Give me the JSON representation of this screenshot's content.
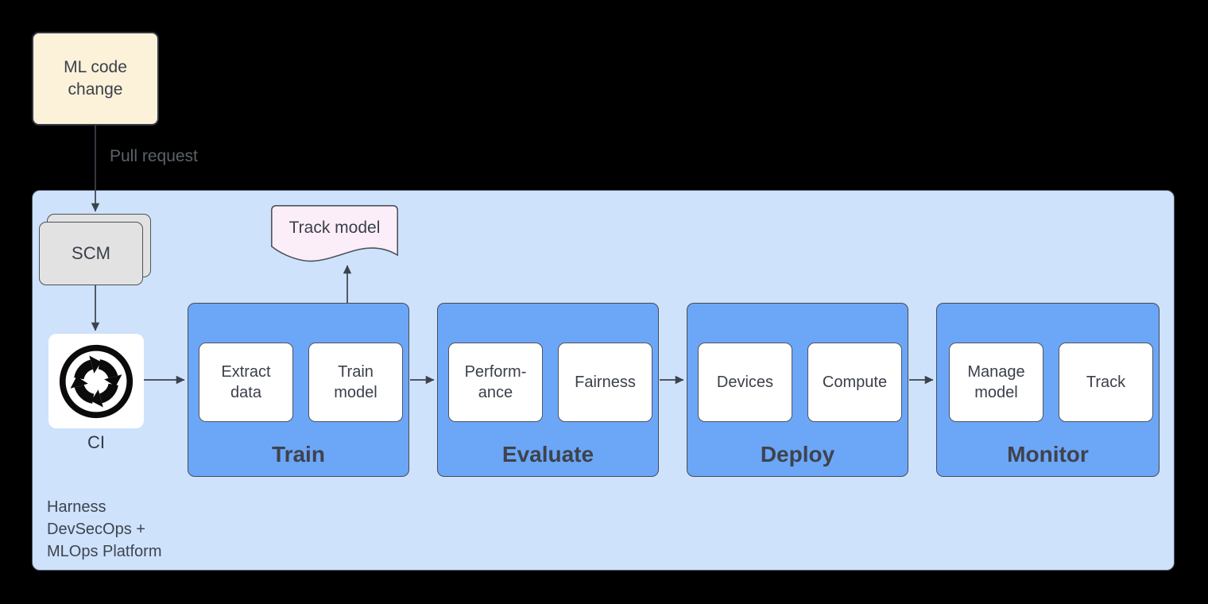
{
  "diagram_title": "ML code change to MLOps platform pipeline",
  "colors": {
    "background": "#000000",
    "platform_fill": "#CEE2FB",
    "stage_fill": "#6CA6F7",
    "cream_fill": "#FCF2D9",
    "gray_fill": "#E2E2E2",
    "doc_fill": "#FBEEF8",
    "item_fill": "#FFFFFF",
    "arrow": "#3D424B",
    "text": "#3A3F4A"
  },
  "nodes": {
    "ml_code_change": {
      "label": "ML code\nchange"
    },
    "scm": {
      "label": "SCM"
    },
    "ci": {
      "label": "CI",
      "icon": "harness-ci-cycle-icon"
    },
    "track_model": {
      "label": "Track model"
    }
  },
  "edges": {
    "pull_request_label": "Pull request"
  },
  "platform": {
    "label": "Harness\nDevSecOps +\nMLOps Platform"
  },
  "stages": [
    {
      "label": "Train",
      "items": [
        "Extract\ndata",
        "Train\nmodel"
      ]
    },
    {
      "label": "Evaluate",
      "items": [
        "Perform-\nance",
        "Fairness"
      ]
    },
    {
      "label": "Deploy",
      "items": [
        "Devices",
        "Compute"
      ]
    },
    {
      "label": "Monitor",
      "items": [
        "Manage\nmodel",
        "Track"
      ]
    }
  ]
}
